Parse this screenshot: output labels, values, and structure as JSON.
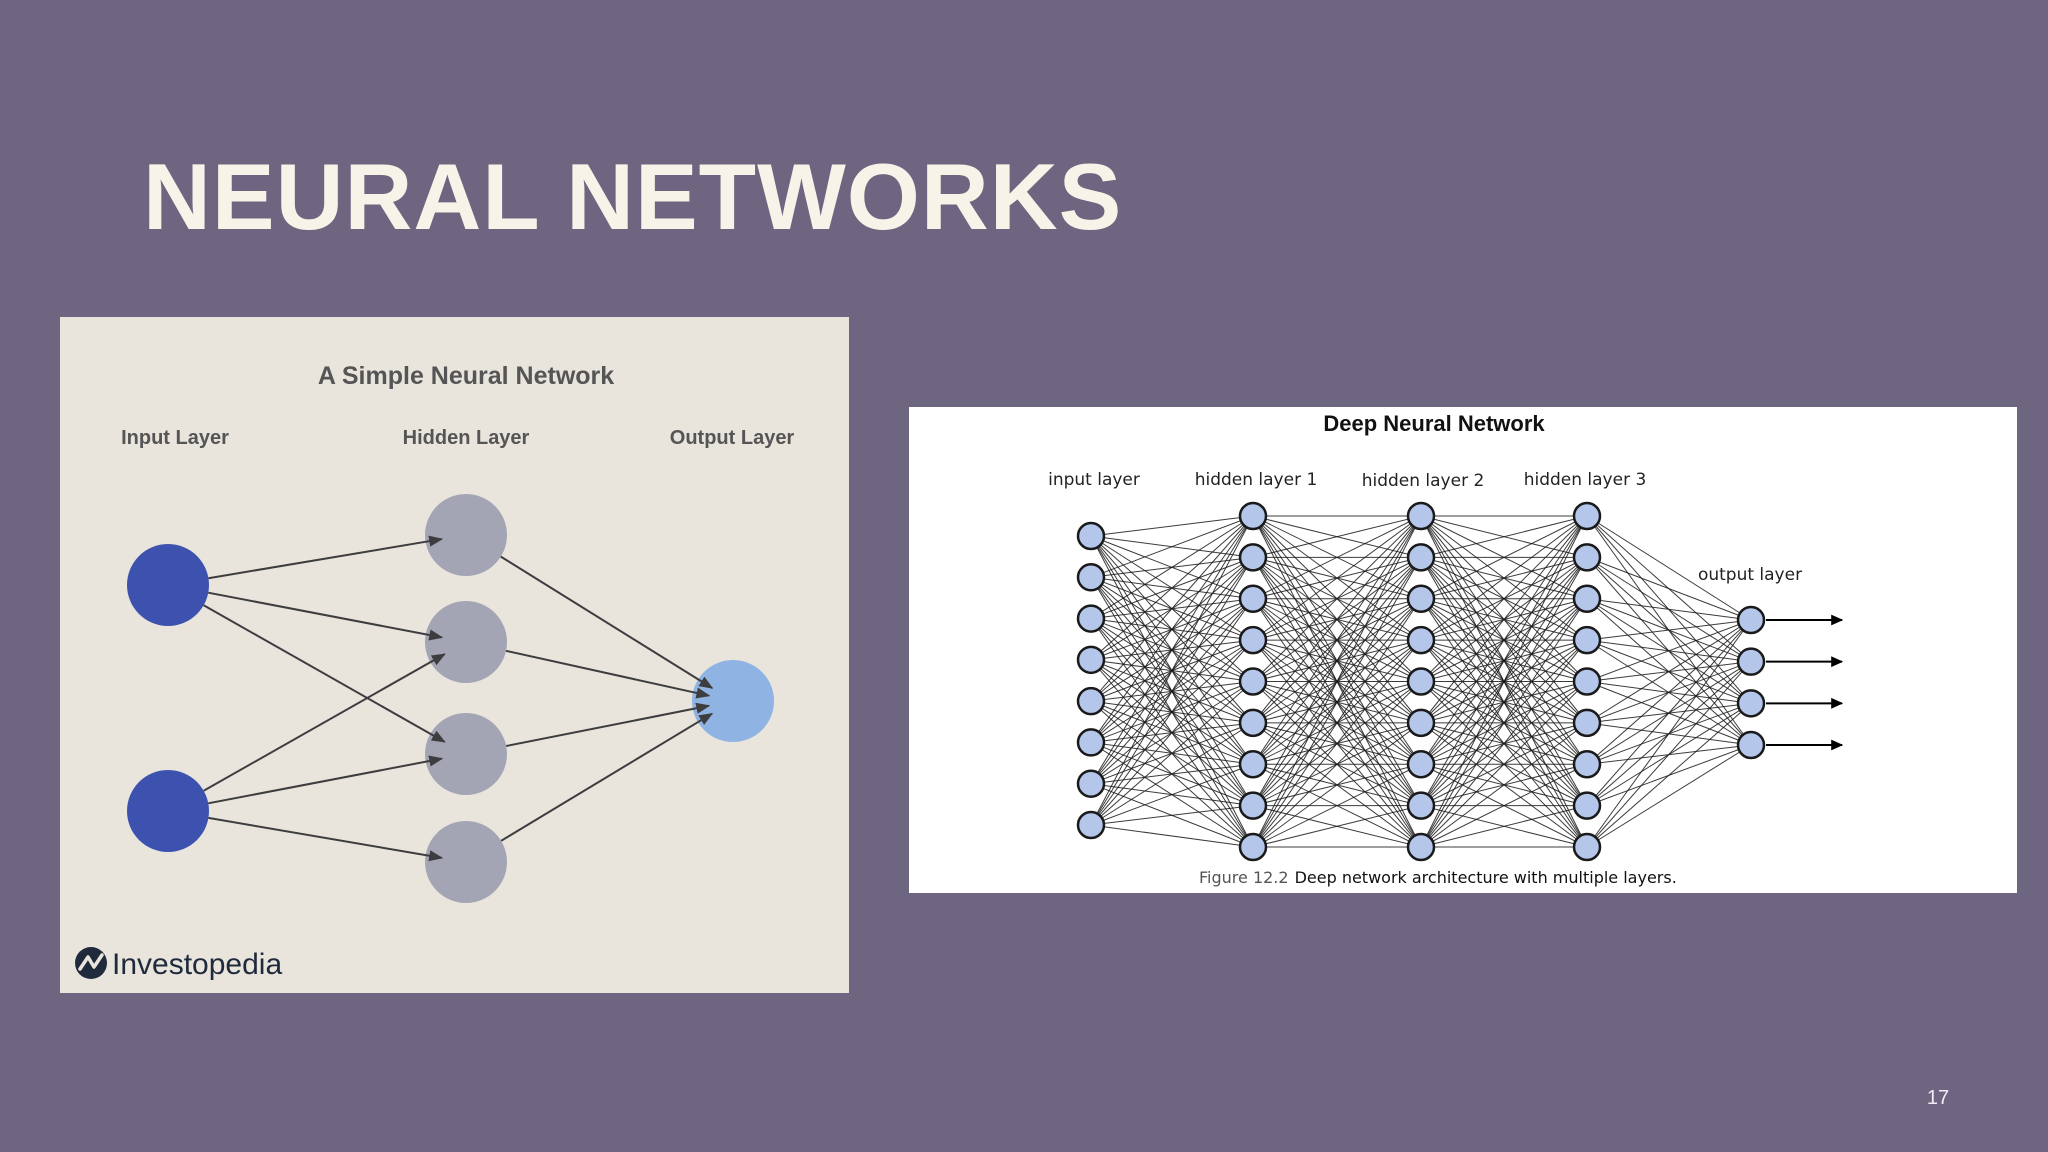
{
  "slide": {
    "title": "NEURAL NETWORKS",
    "page_number": "17",
    "background_color": "#6e6680"
  },
  "simple_network": {
    "title": "A Simple Neural Network",
    "layer_labels": [
      "Input Layer",
      "Hidden Layer",
      "Output Layer"
    ],
    "layer_sizes": [
      2,
      4,
      1
    ],
    "connections": [
      [
        0,
        0
      ],
      [
        0,
        1
      ],
      [
        0,
        2
      ],
      [
        1,
        1
      ],
      [
        1,
        2
      ],
      [
        1,
        3
      ]
    ],
    "hidden_to_output": [
      [
        0,
        0
      ],
      [
        1,
        0
      ],
      [
        2,
        0
      ],
      [
        3,
        0
      ]
    ],
    "colors": {
      "input": "#3c52ae",
      "hidden": "#a3a5b4",
      "output": "#8fb4e3",
      "background": "#e9e5dd",
      "edge": "#3d3d40"
    },
    "logo_text": "Investopedia",
    "logo_icon": "investopedia-logo-icon"
  },
  "deep_network": {
    "title": "Deep Neural Network",
    "layer_labels": [
      "input layer",
      "hidden layer 1",
      "hidden layer 2",
      "hidden layer 3",
      "output layer"
    ],
    "layer_sizes": [
      8,
      9,
      9,
      9,
      4
    ],
    "caption_prefix": "Figure 12.2",
    "caption_text": "Deep network architecture with multiple layers.",
    "colors": {
      "node_fill": "#b4c6ea",
      "node_stroke": "#1a1a1a",
      "edge": "#1a1a1a",
      "background": "#ffffff"
    }
  }
}
